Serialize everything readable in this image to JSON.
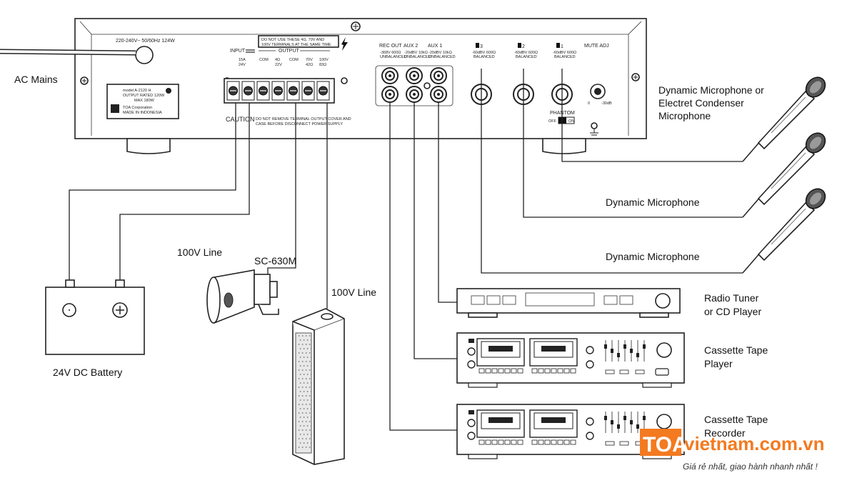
{
  "amplifier": {
    "power_label": "220-240V~ 50/60Hz 124W",
    "warning_line1": "DO NOT USE THESE 4Ω, 70V AND",
    "warning_line2": "100V TERMINALS AT THE SAME TIME",
    "input_label": "INPUT",
    "input_spec_1": "15A",
    "input_spec_2": "24V",
    "output_label": "OUTPUT",
    "terminal_labels": [
      "COM",
      "4Ω",
      "COM",
      "70V",
      "100V"
    ],
    "terminal_sublabels": [
      "",
      "22V",
      "",
      "42Ω",
      "83Ω"
    ],
    "caution_label": "CAUTION",
    "caution_text_1": "DO NOT REMOVE TERMINAL OUTPUT COVER AND",
    "caution_text_2": "CASE BEFORE DISCONNECT POWER SUPPLY",
    "model_line": "model  A-2120 H",
    "output_rated": "OUTPUT RATED  120W",
    "output_max": "MAX     180W",
    "maker_line": "TOA Corporation",
    "made_in": "MADE IN INDONESIA",
    "jack_groups": [
      {
        "label": "REC OUT",
        "spec_1": "-368V 600Ω",
        "spec_2": "UNBALANCED"
      },
      {
        "label": "AUX 2",
        "spec_1": "-20dBV 10kΩ",
        "spec_2": "UNBALANCED"
      },
      {
        "label": "AUX 1",
        "spec_1": "-20dBV 10kΩ",
        "spec_2": "UNBALANCED"
      }
    ],
    "mic_inputs": [
      {
        "label": "3",
        "spec_1": "-60dBV 600Ω",
        "spec_2": "BALANCED"
      },
      {
        "label": "2",
        "spec_1": "-60dBV 600Ω",
        "spec_2": "BALANCED"
      },
      {
        "label": "1",
        "spec_1": "-60dBV 600Ω",
        "spec_2": "BALANCED"
      }
    ],
    "mute_adj_label": "MUTE ADJ",
    "mute_scale_min": "0",
    "mute_scale_max": "-30dB",
    "phantom_label": "PHANTOM",
    "phantom_off": "OFF",
    "phantom_on": "ON"
  },
  "labels": {
    "ac_mains": "AC Mains",
    "battery": "24V DC Battery",
    "line_100v_1": "100V Line",
    "line_100v_2": "100V Line",
    "horn_model": "SC-630M",
    "mic_1_line1": "Dynamic Microphone or",
    "mic_1_line2": "Electret Condenser",
    "mic_1_line3": "Microphone",
    "mic_2": "Dynamic Microphone",
    "mic_3": "Dynamic Microphone",
    "tuner_line1": "Radio Tuner",
    "tuner_line2": "or CD Player",
    "tape_player_line1": "Cassette Tape",
    "tape_player_line2": "Player",
    "tape_recorder_line1": "Cassette Tape",
    "tape_recorder_line2": "Recorder"
  },
  "watermark": {
    "brand": "TOA",
    "domain": "vietnam.com.vn",
    "tagline": "Giá rẻ nhất, giao hành nhanh nhất !",
    "brand_color": "#f47a20"
  }
}
